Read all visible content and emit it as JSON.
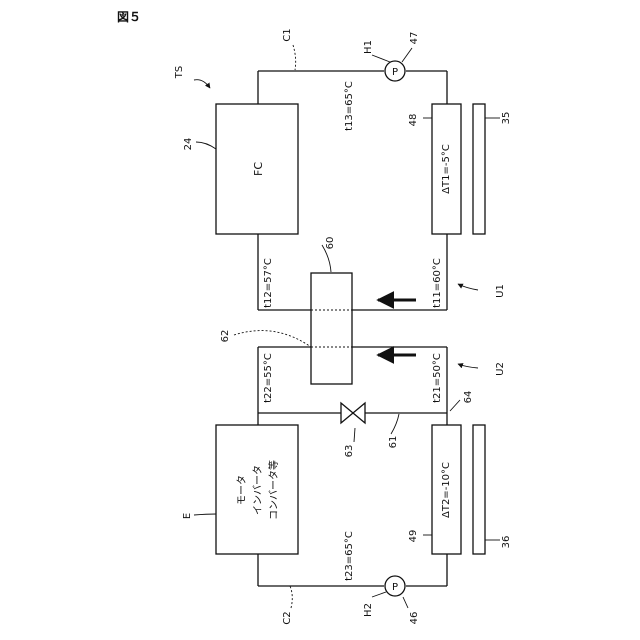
{
  "figure": {
    "label": "図５"
  },
  "labels": {
    "ts": "TS",
    "c1": "C1",
    "h1": "H1",
    "p47": "47",
    "fc_ref": "24",
    "fc": "FC",
    "t13": "t13=65°C",
    "r48": "48",
    "dt1": "ΔT1=-5°C",
    "r35": "35",
    "r60": "60",
    "t12": "t12=57°C",
    "t11": "t11=60°C",
    "u1": "U1",
    "r62": "62",
    "t22": "t22=55°C",
    "t21": "t21=50°C",
    "u2": "U2",
    "r64": "64",
    "e": "E",
    "motor": "モータ",
    "inverter": "インバータ",
    "converter": "コンバータ等",
    "r63": "63",
    "r61": "61",
    "dt2": "ΔT2=-10°C",
    "r49": "49",
    "r36": "36",
    "t23": "t23=65°C",
    "c2": "C2",
    "h2": "H2",
    "p46": "46",
    "pump": "P"
  }
}
